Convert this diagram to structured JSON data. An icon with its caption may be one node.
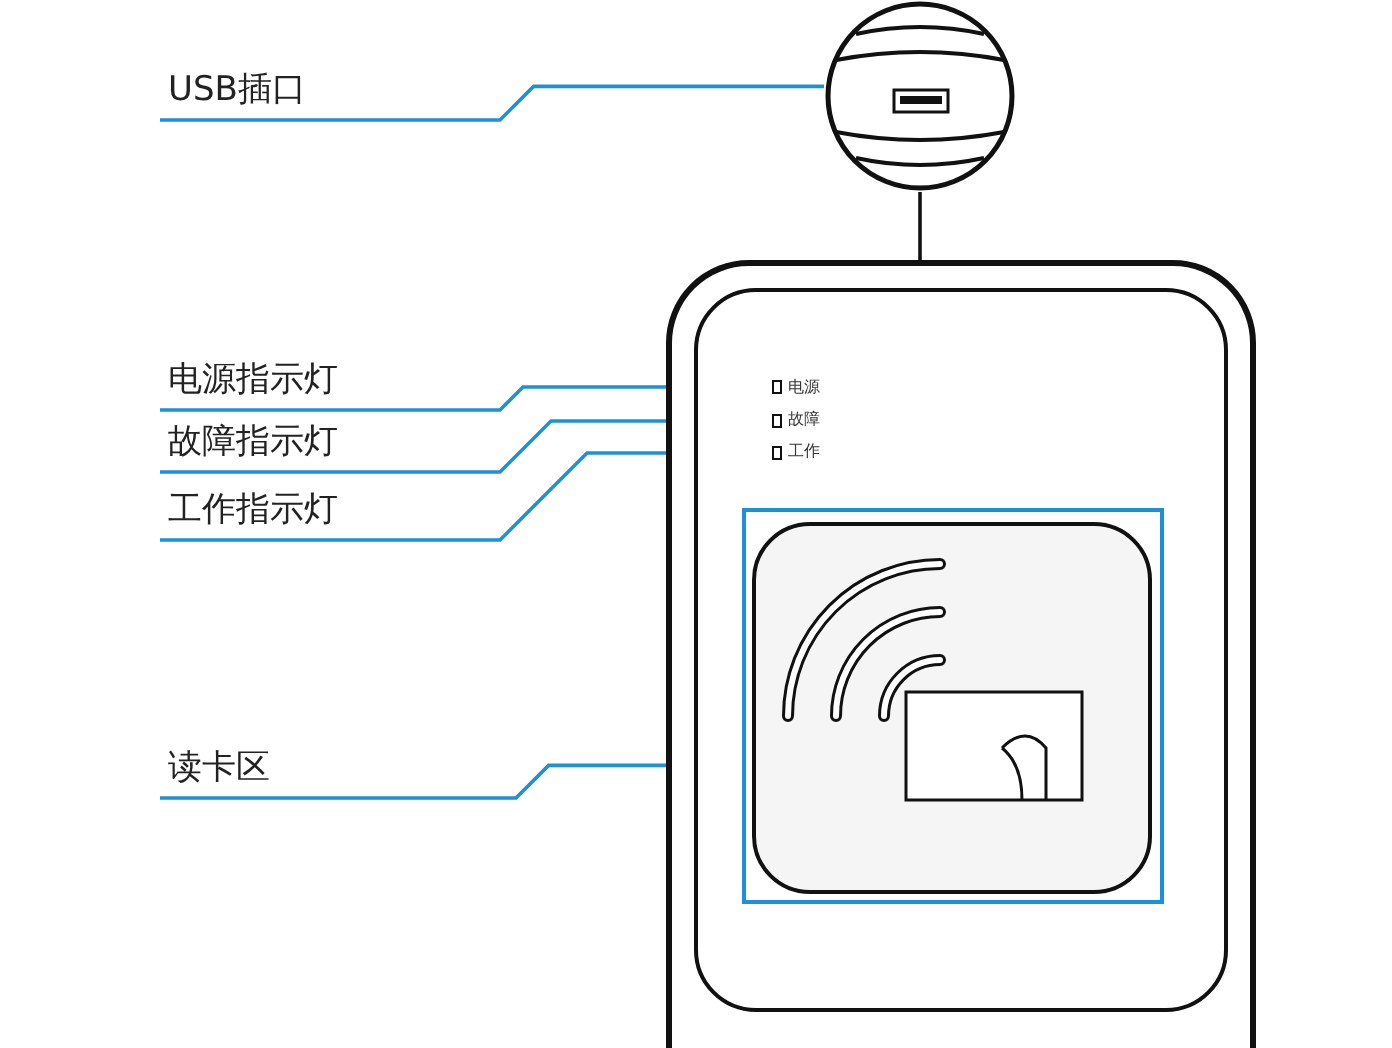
{
  "diagram": {
    "nodes": [
      {
        "text": [
          "USB插口"
        ]
      },
      {
        "text": [],
        "shape": "circle"
      },
      {
        "text": [],
        "shape": "box"
      },
      {
        "text": [
          "电源指示灯"
        ]
      },
      {
        "text": [],
        "shape": "box",
        "in": 2
      },
      {
        "text": [
          "故障指示灯"
        ]
      },
      {
        "text": [],
        "shape": "box",
        "in": 2
      },
      {
        "text": [
          "工作指示灯"
        ]
      },
      {
        "text": [],
        "shape": "box",
        "in": 2
      },
      {
        "text": [
          "读卡区"
        ]
      },
      {
        "text": [],
        "shape": "box",
        "in": 2
      }
    ],
    "edges": [
      {
        "from": 0,
        "to": 1,
        "arrow": "none"
      },
      {
        "from": 1,
        "to": 2,
        "arrow": "none",
        "color": "#111111"
      },
      {
        "from": 3,
        "to": 4,
        "arrow": "none"
      },
      {
        "from": 5,
        "to": 6,
        "arrow": "none"
      },
      {
        "from": 7,
        "to": 8,
        "arrow": "none"
      },
      {
        "from": 9,
        "to": 10,
        "arrow": "none"
      }
    ],
    "labels": [
      "电源",
      "故障",
      "工作"
    ]
  }
}
